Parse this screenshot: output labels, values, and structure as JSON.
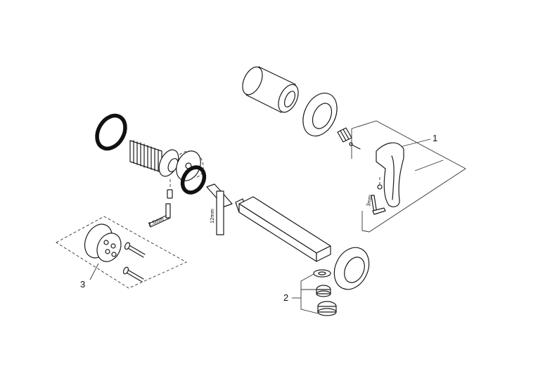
{
  "callouts": {
    "c1": "1",
    "c2": "2",
    "c3": "3"
  },
  "tool_labels": {
    "allen_small": "2.5mm",
    "allen_large": "12mm",
    "allen_lever": "3mm"
  }
}
